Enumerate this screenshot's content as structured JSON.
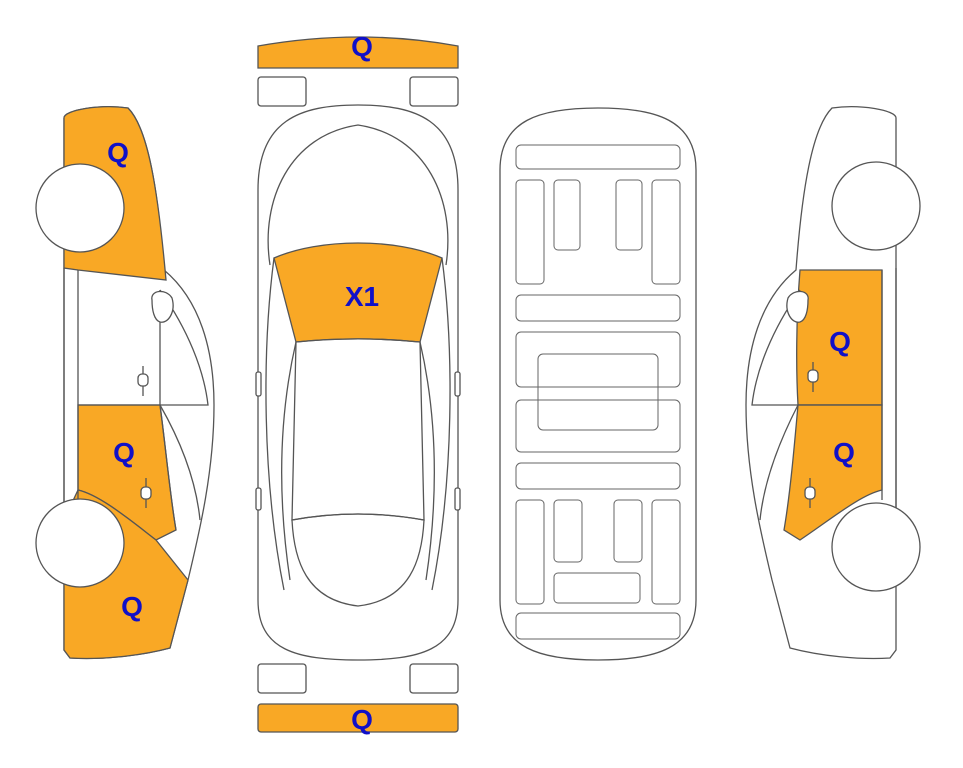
{
  "colors": {
    "damage_fill": "#F9A825",
    "label_color": "#1010C8",
    "outline": "#555555"
  },
  "labels": {
    "front_bumper": "Q",
    "rear_bumper": "Q",
    "windshield": "X1",
    "left_front_fender": "Q",
    "left_rear_door": "Q",
    "left_rear_quarter": "Q",
    "right_front_door": "Q",
    "right_rear_door": "Q"
  }
}
